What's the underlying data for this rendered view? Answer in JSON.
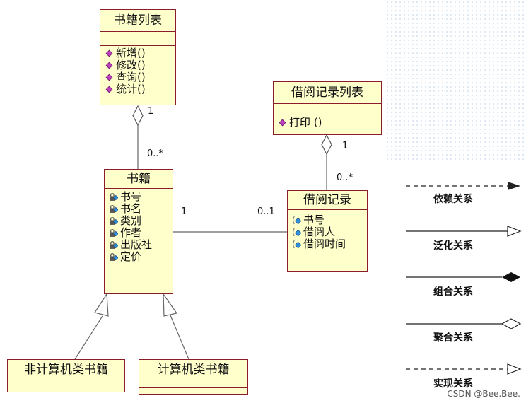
{
  "classes": {
    "book_list": {
      "name": "书籍列表",
      "operations": [
        "新增()",
        "修改()",
        "查询()",
        "统计()"
      ]
    },
    "borrow_list": {
      "name": "借阅记录列表",
      "operations": [
        "打印 ()"
      ]
    },
    "book": {
      "name": "书籍",
      "attributes": [
        "书号",
        "书名",
        "类别",
        "作者",
        "出版社",
        "定价"
      ]
    },
    "borrow_record": {
      "name": "借阅记录",
      "attributes": [
        "书号",
        "借阅人",
        "借阅时间"
      ]
    },
    "non_cs_book": {
      "name": "非计算机类书籍"
    },
    "cs_book": {
      "name": "计算机类书籍"
    }
  },
  "multiplicities": {
    "book_list_end": "1",
    "book_end_top": "0..*",
    "borrow_list_end": "1",
    "borrow_record_top": "0..*",
    "book_assoc": "1",
    "borrow_assoc": "0..1"
  },
  "legend": {
    "dependency": "依赖关系",
    "generalization": "泛化关系",
    "composition": "组合关系",
    "aggregation": "聚合关系",
    "realization": "实现关系"
  },
  "watermark": "CSDN @Bee.Bee.",
  "colors": {
    "class_fill": "#ffffcc",
    "class_border": "#8b1c2b",
    "operation_icon": "#c040c0",
    "attribute_icon": "#2f8fd8"
  }
}
